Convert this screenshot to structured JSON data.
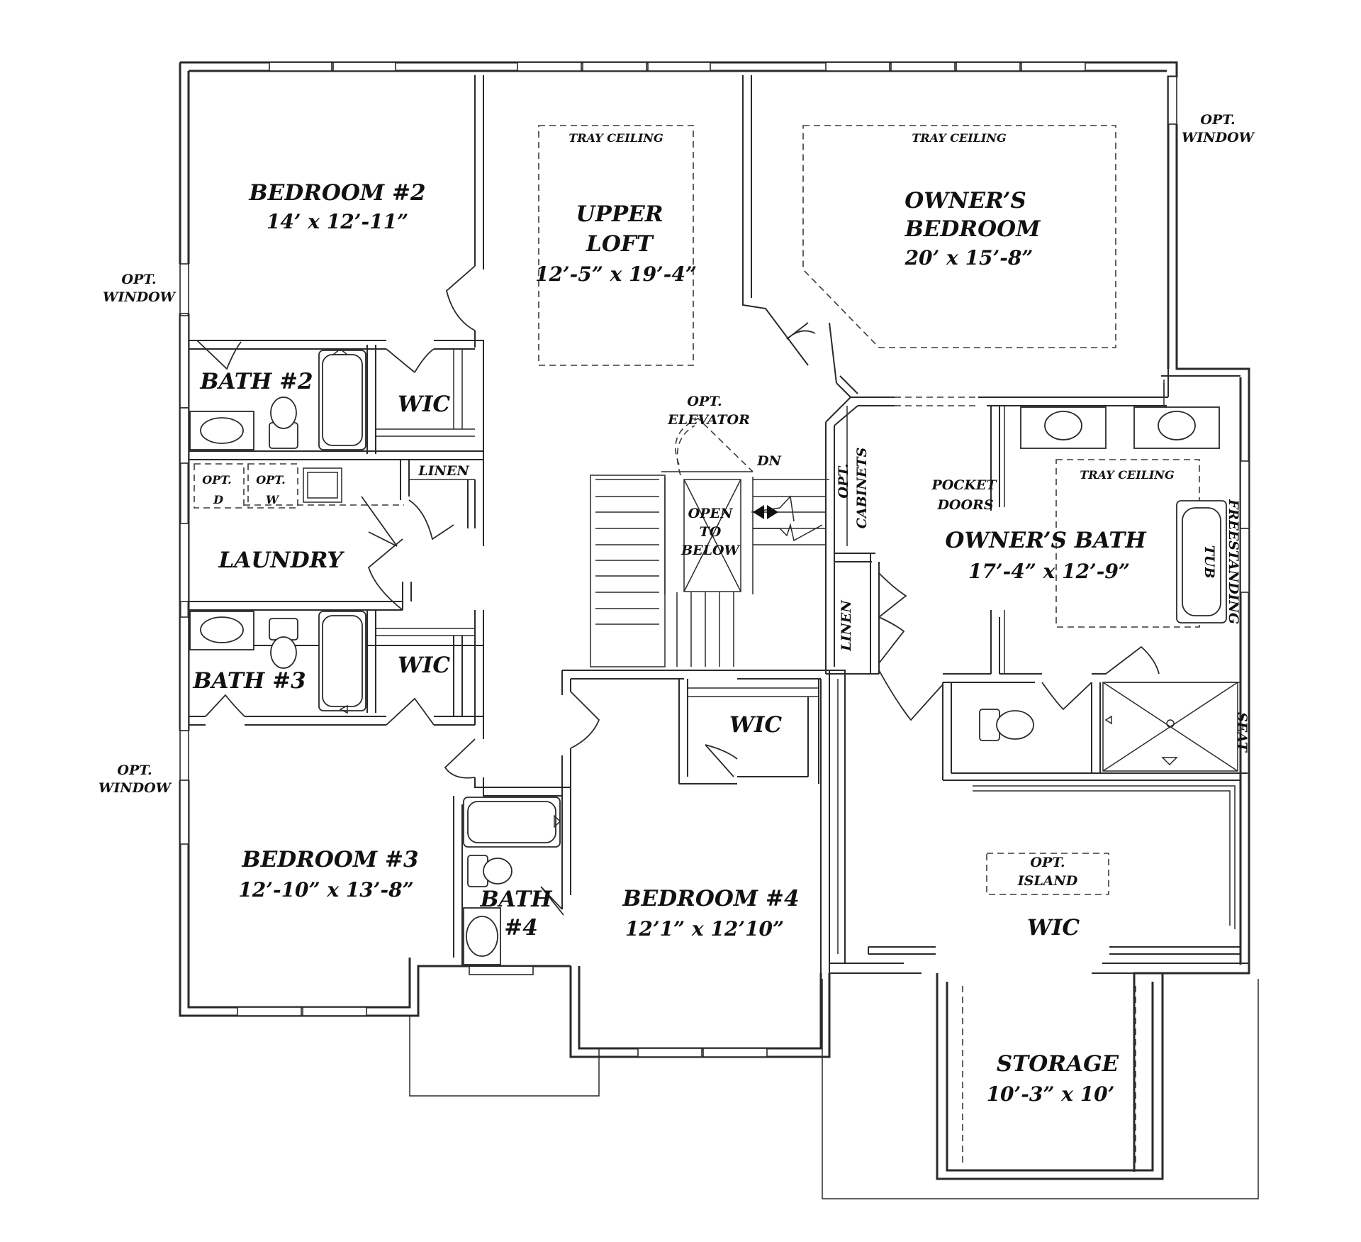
{
  "labels": {
    "bedroom2_name": "BEDROOM #2",
    "bedroom2_dim": "14’ x 12’-11”",
    "loft_name1": "UPPER",
    "loft_name2": "LOFT",
    "loft_dim": "12’-5” x 19’-4”",
    "owners_bed_name1": "OWNER’S",
    "owners_bed_name2": "BEDROOM",
    "owners_bed_dim": "20’ x 15’-8”",
    "tray_ceiling": "TRAY CEILING",
    "opt_window": [
      "OPT.",
      "WINDOW"
    ],
    "bath2": "BATH #2",
    "wic": "WIC",
    "linen": "LINEN",
    "opt_d": [
      "OPT.",
      "D"
    ],
    "opt_w": [
      "OPT.",
      "W"
    ],
    "laundry": "LAUNDRY",
    "bath3": "BATH #3",
    "opt_elevator": [
      "OPT.",
      "ELEVATOR"
    ],
    "dn": "DN",
    "open_to_below": [
      "OPEN",
      "TO",
      "BELOW"
    ],
    "opt_cabinets": [
      "OPT.",
      "CABINETS"
    ],
    "pocket_doors": [
      "POCKET",
      "DOORS"
    ],
    "owners_bath_name": "OWNER’S BATH",
    "owners_bath_dim": "17’-4” x 12’-9”",
    "freestanding_tub": [
      "FREESTANDING",
      "TUB"
    ],
    "seat": "SEAT",
    "bedroom3_name": "BEDROOM #3",
    "bedroom3_dim": "12’-10” x 13’-8”",
    "bath4": [
      "BATH",
      "#4"
    ],
    "bedroom4_name": "BEDROOM #4",
    "bedroom4_dim": "12’1” x 12’10”",
    "opt_island": [
      "OPT.",
      "ISLAND"
    ],
    "storage_name": "STORAGE",
    "storage_dim": "10’-3” x 10’"
  }
}
